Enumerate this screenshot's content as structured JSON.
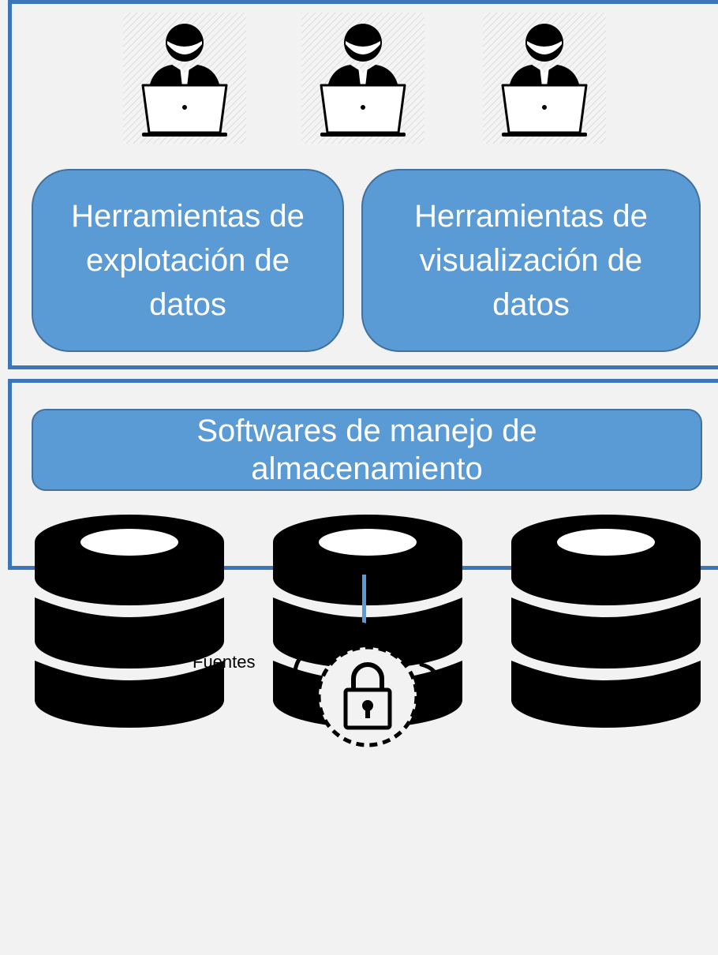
{
  "users": [
    {
      "icon": "user-laptop-icon"
    },
    {
      "icon": "user-laptop-icon"
    },
    {
      "icon": "user-laptop-icon"
    }
  ],
  "tools": {
    "exploitation": "Herramientas de explotación de datos",
    "visualization": "Herramientas de visualización de datos"
  },
  "storage": {
    "software_label": "Softwares de manejo de almacenamiento",
    "databases": [
      "database-icon",
      "database-icon",
      "database-icon"
    ]
  },
  "sources": {
    "label": "Fuentes",
    "icon": "cloud-lock-icon"
  },
  "colors": {
    "panel_border": "#3d76b8",
    "box_fill": "#5b9bd5",
    "background": "#f2f2f2"
  }
}
